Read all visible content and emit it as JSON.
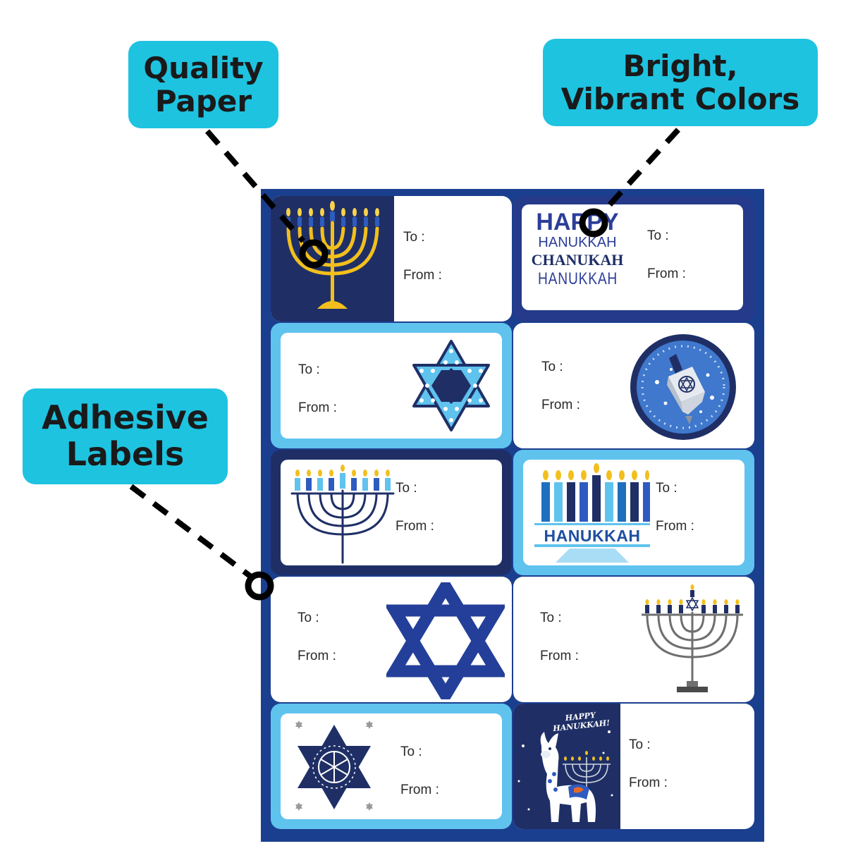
{
  "callouts": {
    "quality_paper": [
      "Quality",
      "Paper"
    ],
    "bright_colors": [
      "Bright,",
      "Vibrant Colors"
    ],
    "adhesive_labels": [
      "Adhesive",
      "Labels"
    ]
  },
  "label_fields": {
    "to": "To :",
    "from": "From :"
  },
  "sticker_text": {
    "happy_block": [
      "HAPPY",
      "HANUKKAH",
      "CHANUKAH",
      "HANUKKAH"
    ],
    "menorah_banner": "HANUKKAH",
    "llama_greeting": [
      "HAPPY",
      "HANUKKAH!"
    ]
  },
  "labels": [
    {
      "name": "label-gold-menorah",
      "art": "gold-menorah-icon"
    },
    {
      "name": "label-happy-hanukkah",
      "art": "happy-hanukkah-text-icon"
    },
    {
      "name": "label-dotted-star",
      "art": "dotted-star-of-david-icon"
    },
    {
      "name": "label-dreidel",
      "art": "dreidel-icon"
    },
    {
      "name": "label-candle-menorah",
      "art": "candle-menorah-icon"
    },
    {
      "name": "label-hanukkah-candles",
      "art": "hanukkah-candles-icon"
    },
    {
      "name": "label-blue-star",
      "art": "star-of-david-icon"
    },
    {
      "name": "label-grey-menorah",
      "art": "grey-menorah-icon"
    },
    {
      "name": "label-snowflake-star",
      "art": "snowflake-star-icon"
    },
    {
      "name": "label-llama",
      "art": "llama-menorah-icon"
    }
  ],
  "colors": {
    "callout": "#1ec3e0",
    "sheet": "#1b3f8f",
    "navy": "#1f2f66",
    "light_blue": "#5fc3ee",
    "gold": "#f2bf1c"
  }
}
